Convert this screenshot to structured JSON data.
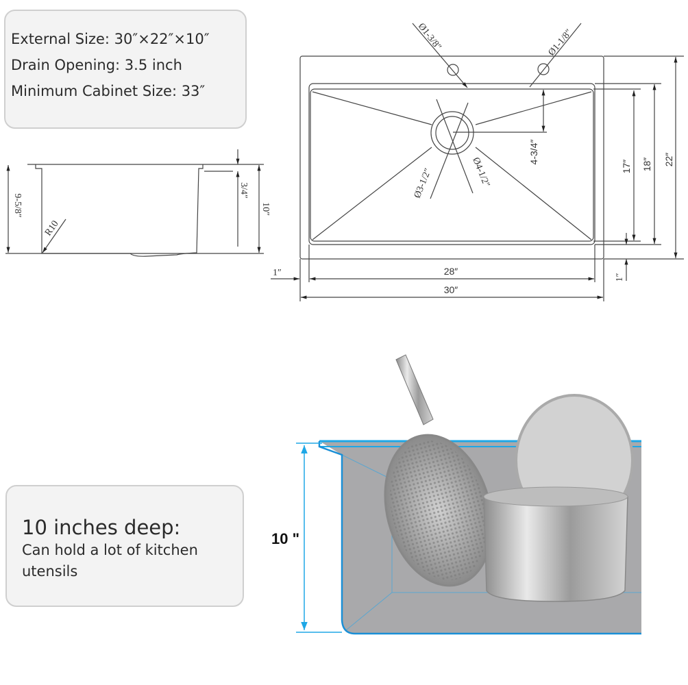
{
  "specs": {
    "lines": [
      "External Size: 30″×22″×10″",
      "Drain Opening: 3.5 inch",
      "Minimum Cabinet Size: 33″"
    ]
  },
  "profile_drawing": {
    "left_height": "9-5/8″",
    "radius": "R10",
    "flange": "3/4″",
    "total_depth": "10″"
  },
  "top_drawing": {
    "faucet_hole_1": "Ø1-3/8″",
    "faucet_hole_2": "Ø1-1/8″",
    "drain_inner": "Ø3-1/2″",
    "drain_outer": "Ø4-1/2″",
    "drain_offset": "4-3/4″",
    "inner_depth": "17″",
    "bowl_depth": "18″",
    "outer_depth": "22″",
    "side_margin": "1″",
    "bottom_margin": "1″",
    "inner_width": "28″",
    "outer_width": "30″"
  },
  "depth_callout": {
    "heading": "10 inches deep:",
    "body": "Can hold a lot of kitchen utensils",
    "measure_label": "10 \"",
    "accent_color": "#1ea7e6",
    "sink_color": "#a9a9ab"
  }
}
